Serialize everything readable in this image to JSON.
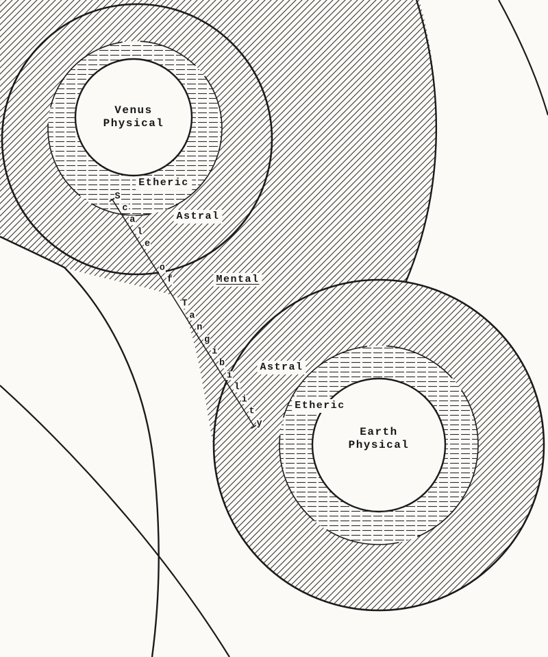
{
  "diagram": {
    "venus": {
      "name_line1": "Venus",
      "name_line2": "Physical",
      "etheric_label": "Etheric",
      "astral_label": "Astral"
    },
    "earth": {
      "name_line1": "Earth",
      "name_line2": "Physical",
      "etheric_label": "Etheric",
      "astral_label": "Astral"
    },
    "mental_label": "Mental",
    "scale_line": {
      "text": "Scale of Tangibility"
    }
  },
  "colors": {
    "ink": "#1b1b1b",
    "paper": "#fbfaf7"
  }
}
